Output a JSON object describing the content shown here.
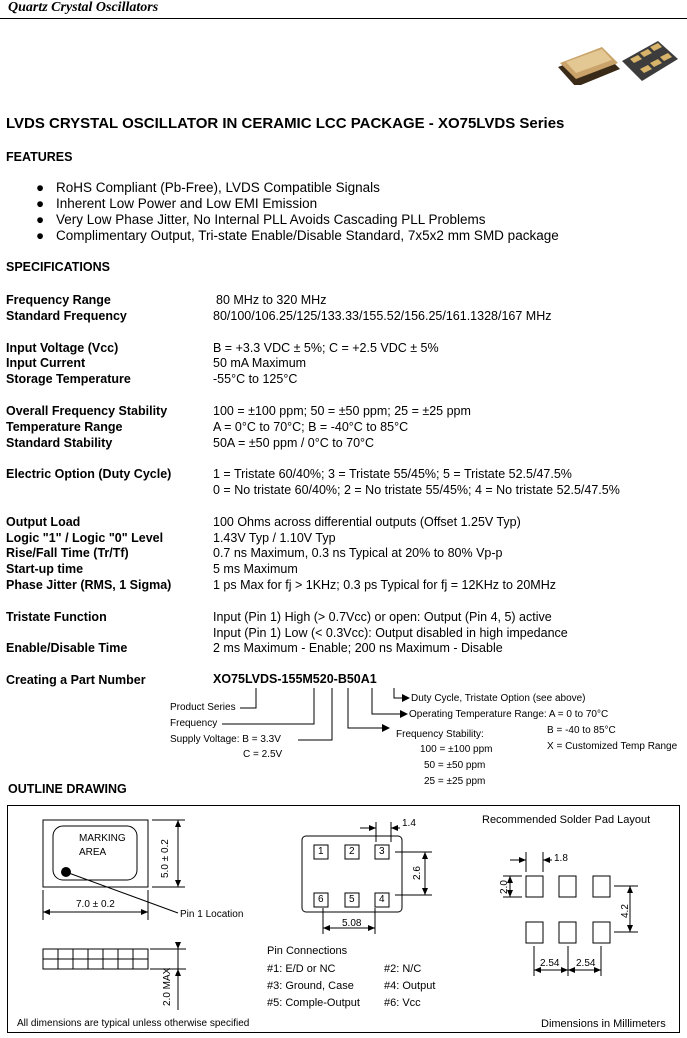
{
  "header": {
    "title": "Quartz Crystal Oscillators"
  },
  "doc_title": "LVDS CRYSTAL OSCILLATOR IN CERAMIC LCC PACKAGE - XO75LVDS Series",
  "features": {
    "heading": "FEATURES",
    "bullet": "●",
    "items": [
      "RoHS Compliant (Pb-Free), LVDS Compatible Signals",
      "Inherent Low Power and Low EMI Emission",
      "Very Low Phase Jitter, No Internal PLL Avoids Cascading PLL Problems",
      "Complimentary Output, Tri-state Enable/Disable Standard, 7x5x2 mm SMD package"
    ]
  },
  "specs": {
    "heading": "SPECIFICATIONS",
    "rows": [
      {
        "label": "Frequency Range",
        "value": "80 MHz to 320 MHz"
      },
      {
        "label": "Standard Frequency",
        "value": "80/100/106.25/125/133.33/155.52/156.25/161.1328/167 MHz"
      },
      {
        "label": "Input Voltage (Vcc)",
        "value": "B = +3.3 VDC ± 5%;  C = +2.5 VDC ± 5%"
      },
      {
        "label": "Input Current",
        "value": "50 mA Maximum"
      },
      {
        "label": "Storage Temperature",
        "value": "-55°C to 125°C"
      },
      {
        "label": "Overall Frequency Stability",
        "value": "100 = ±100 ppm;  50 = ±50 ppm;  25 = ±25 ppm"
      },
      {
        "label": "Temperature Range",
        "value": "A = 0°C to 70°C;  B = -40°C to 85°C"
      },
      {
        "label": "Standard Stability",
        "value": "50A = ±50 ppm / 0°C to 70°C"
      },
      {
        "label": "Electric Option (Duty Cycle)",
        "value": "1 = Tristate 60/40%; 3 = Tristate 55/45%; 5 = Tristate 52.5/47.5%"
      },
      {
        "label": "",
        "value": "0 = No tristate 60/40%; 2 = No tristate 55/45%; 4 = No tristate 52.5/47.5%"
      },
      {
        "label": "Output Load",
        "value": "100 Ohms across differential outputs (Offset 1.25V Typ)"
      },
      {
        "label": "Logic \"1\" / Logic \"0\" Level",
        "value": "1.43V Typ / 1.10V Typ"
      },
      {
        "label": "Rise/Fall Time (Tr/Tf)",
        "value": "0.7 ns Maximum, 0.3 ns Typical at 20% to 80% Vp-p"
      },
      {
        "label": "Start-up time",
        "value": "5 ms Maximum"
      },
      {
        "label": "Phase Jitter (RMS, 1 Sigma)",
        "value": "1 ps Max for fj > 1KHz;  0.3 ps Typical for fj = 12KHz to 20MHz"
      },
      {
        "label": "Tristate Function",
        "value": "Input (Pin 1) High (> 0.7Vcc) or open: Output (Pin 4, 5) active"
      },
      {
        "label": "",
        "value": "Input (Pin 1) Low (< 0.3Vcc): Output disabled in high impedance"
      },
      {
        "label": "Enable/Disable Time",
        "value": "2 ms Maximum - Enable;  200 ns Maximum - Disable"
      }
    ]
  },
  "part_number": {
    "label": "Creating a Part Number",
    "code": "XO75LVDS-155M520-B50A1",
    "product_series": "Product Series",
    "frequency": "Frequency",
    "supply_b": "Supply Voltage: B = 3.3V",
    "supply_c": "C = 2.5V",
    "stability_title": "Frequency Stability:",
    "stability_100": "100 = ±100 ppm",
    "stability_50": "50 = ±50 ppm",
    "stability_25": "25 = ±25 ppm",
    "duty": "Duty Cycle, Tristate Option (see above)",
    "temp_a": "Operating Temperature Range: A = 0 to 70°C",
    "temp_b": "B = -40 to 85°C",
    "temp_x": "X = Customized Temp Range"
  },
  "outline": {
    "heading": "OUTLINE DRAWING",
    "marking_1": "MARKING",
    "marking_2": "AREA",
    "dim_width": "7.0 ± 0.2",
    "dim_height": "5.0 ± 0.2",
    "pin1_location": "Pin 1 Location",
    "dim_max": "2.0 MAX",
    "dim_14": "1.4",
    "dim_26": "2.6",
    "dim_508": "5.08",
    "pins": [
      "1",
      "2",
      "3",
      "6",
      "5",
      "4"
    ],
    "pin_conn_title": "Pin Connections",
    "pin_conn": [
      "#1: E/D or NC",
      "#2: N/C",
      "#3: Ground, Case",
      "#4: Output",
      "#5: Comple-Output",
      "#6: Vcc"
    ],
    "solder_title": "Recommended Solder Pad Layout",
    "dim_18": "1.8",
    "dim_20": "2.0",
    "dim_42": "4.2",
    "dim_254a": "2.54",
    "dim_254b": "2.54",
    "footer_left": "All dimensions are typical unless otherwise specified",
    "footer_right": "Dimensions in Millimeters"
  }
}
